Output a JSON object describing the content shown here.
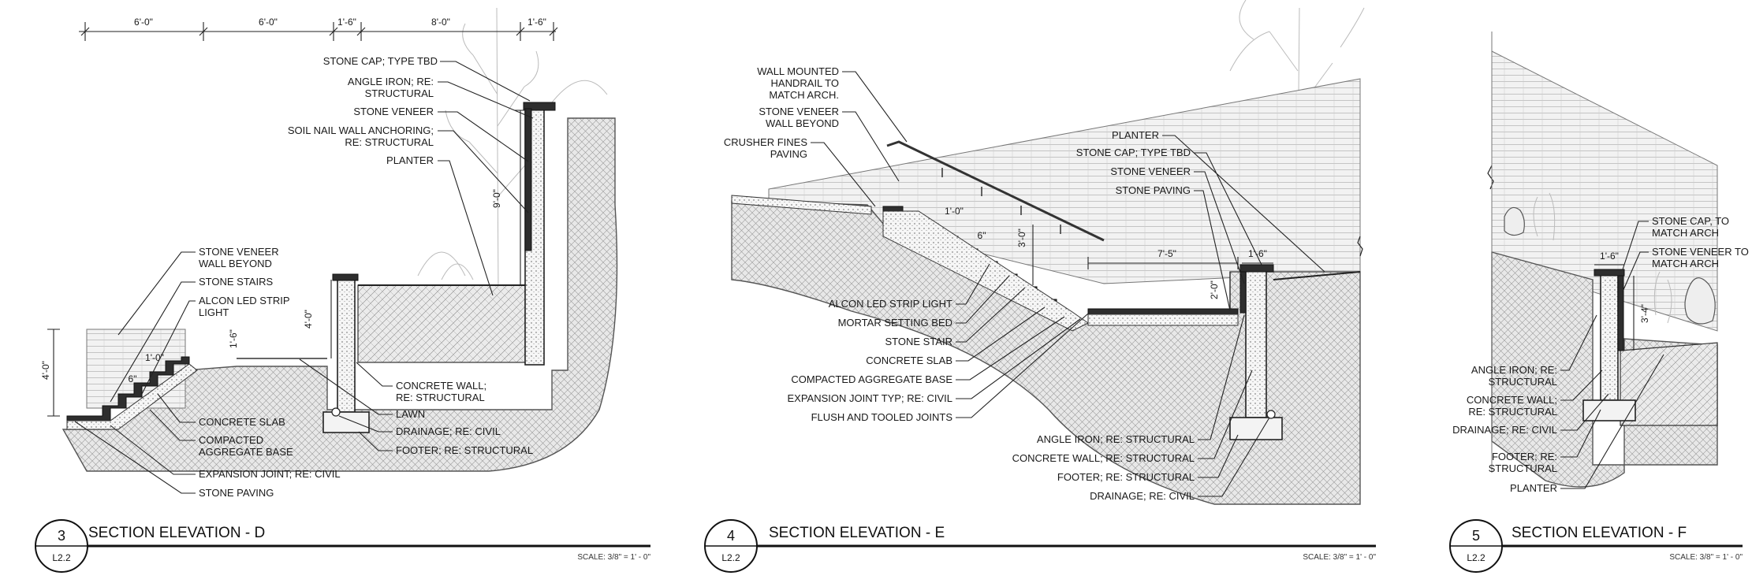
{
  "sections": [
    {
      "id": "D",
      "bubble_number": "3",
      "bubble_sheet": "L2.2",
      "title": "SECTION ELEVATION - D",
      "scale": "SCALE: 3/8\" = 1' - 0\"",
      "top_dimensions": [
        "6'-0\"",
        "6'-0\"",
        "1'-6\"",
        "8'-0\"",
        "1'-6\""
      ],
      "vertical_dimensions": [
        "9'-0\"",
        "4'-0\"",
        "4'-0\"",
        "1'-6\""
      ],
      "riser_dimensions": [
        "1'-0\"",
        "6\""
      ],
      "notes_upper_right": [
        "STONE CAP; TYPE TBD",
        "ANGLE IRON; RE:",
        "STRUCTURAL",
        "STONE VENEER",
        "SOIL NAIL WALL ANCHORING;",
        "RE: STRUCTURAL",
        "PLANTER"
      ],
      "notes_left": [
        "STONE VENEER",
        "WALL BEYOND",
        "STONE STAIRS",
        "ALCON LED STRIP",
        "LIGHT"
      ],
      "notes_bottom": [
        "CONCRETE SLAB",
        "COMPACTED",
        "AGGREGATE BASE",
        "EXPANSION JOINT; RE: CIVIL",
        "STONE PAVING"
      ],
      "notes_right_lower": [
        "CONCRETE WALL;",
        "RE: STRUCTURAL",
        "LAWN",
        "DRAINAGE; RE: CIVIL",
        "FOOTER; RE: STRUCTURAL"
      ]
    },
    {
      "id": "E",
      "bubble_number": "4",
      "bubble_sheet": "L2.2",
      "title": "SECTION ELEVATION - E",
      "scale": "SCALE: 3/8\" = 1' - 0\"",
      "dimensions": [
        "1'-0\"",
        "6\"",
        "3'-0\"",
        "7'-5\"",
        "1'-6\"",
        "2'-0\""
      ],
      "notes_upper_left": [
        "WALL MOUNTED",
        "HANDRAIL TO",
        "MATCH ARCH.",
        "STONE VENEER",
        "WALL BEYOND",
        "CRUSHER FINES",
        "PAVING"
      ],
      "notes_upper_right": [
        "PLANTER",
        "STONE CAP; TYPE TBD",
        "STONE VENEER",
        "STONE PAVING"
      ],
      "notes_lower_left": [
        "ALCON LED STRIP LIGHT",
        "MORTAR SETTING BED",
        "STONE STAIR",
        "CONCRETE SLAB",
        "COMPACTED AGGREGATE BASE",
        "EXPANSION JOINT TYP; RE: CIVIL",
        "FLUSH AND TOOLED JOINTS"
      ],
      "notes_lower_right": [
        "ANGLE IRON; RE: STRUCTURAL",
        "CONCRETE WALL; RE: STRUCTURAL",
        "FOOTER; RE: STRUCTURAL",
        "DRAINAGE; RE: CIVIL"
      ]
    },
    {
      "id": "F",
      "bubble_number": "5",
      "bubble_sheet": "L2.2",
      "title": "SECTION ELEVATION - F",
      "scale": "SCALE: 3/8\" = 1' - 0\"",
      "dimensions": [
        "1'-6\"",
        "3'-4\""
      ],
      "notes_right": [
        "STONE CAP, TO",
        "MATCH ARCH",
        "STONE VENEER TO",
        "MATCH ARCH"
      ],
      "notes_left": [
        "ANGLE IRON; RE:",
        "STRUCTURAL",
        "CONCRETE WALL;",
        "RE: STRUCTURAL",
        "DRAINAGE; RE: CIVIL",
        "FOOTER; RE:",
        "STRUCTURAL",
        "PLANTER"
      ]
    }
  ]
}
